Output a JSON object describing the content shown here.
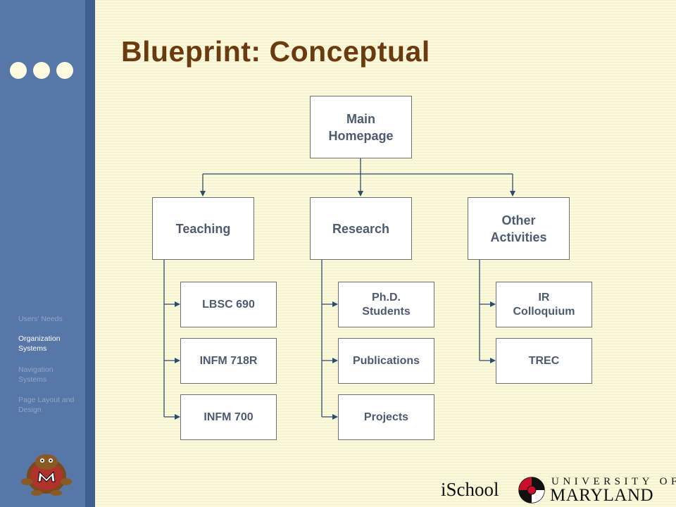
{
  "slide": {
    "title": "Blueprint: Conceptual",
    "sidebar_nav": [
      "Users' Needs",
      "Organization Systems",
      "Navigation Systems",
      "Page Layout and Design"
    ],
    "active_nav_index": 1
  },
  "diagram": {
    "root": "Main\nHomepage",
    "sections": [
      {
        "label": "Teaching",
        "children": [
          "LBSC 690",
          "INFM 718R",
          "INFM 700"
        ]
      },
      {
        "label": "Research",
        "children": [
          "Ph.D.\nStudents",
          "Publications",
          "Projects"
        ]
      },
      {
        "label": "Other\nActivities",
        "children": [
          "IR\nColloquium",
          "TREC"
        ]
      }
    ]
  },
  "footer": {
    "school": "iSchool",
    "university_top": "UNIVERSITY OF",
    "university_bottom": "MARYLAND"
  },
  "colors": {
    "title": "#6b3a0e",
    "sidebar": "#5677a8",
    "box_text": "#4d5b70",
    "connector": "#2f4a6e"
  }
}
